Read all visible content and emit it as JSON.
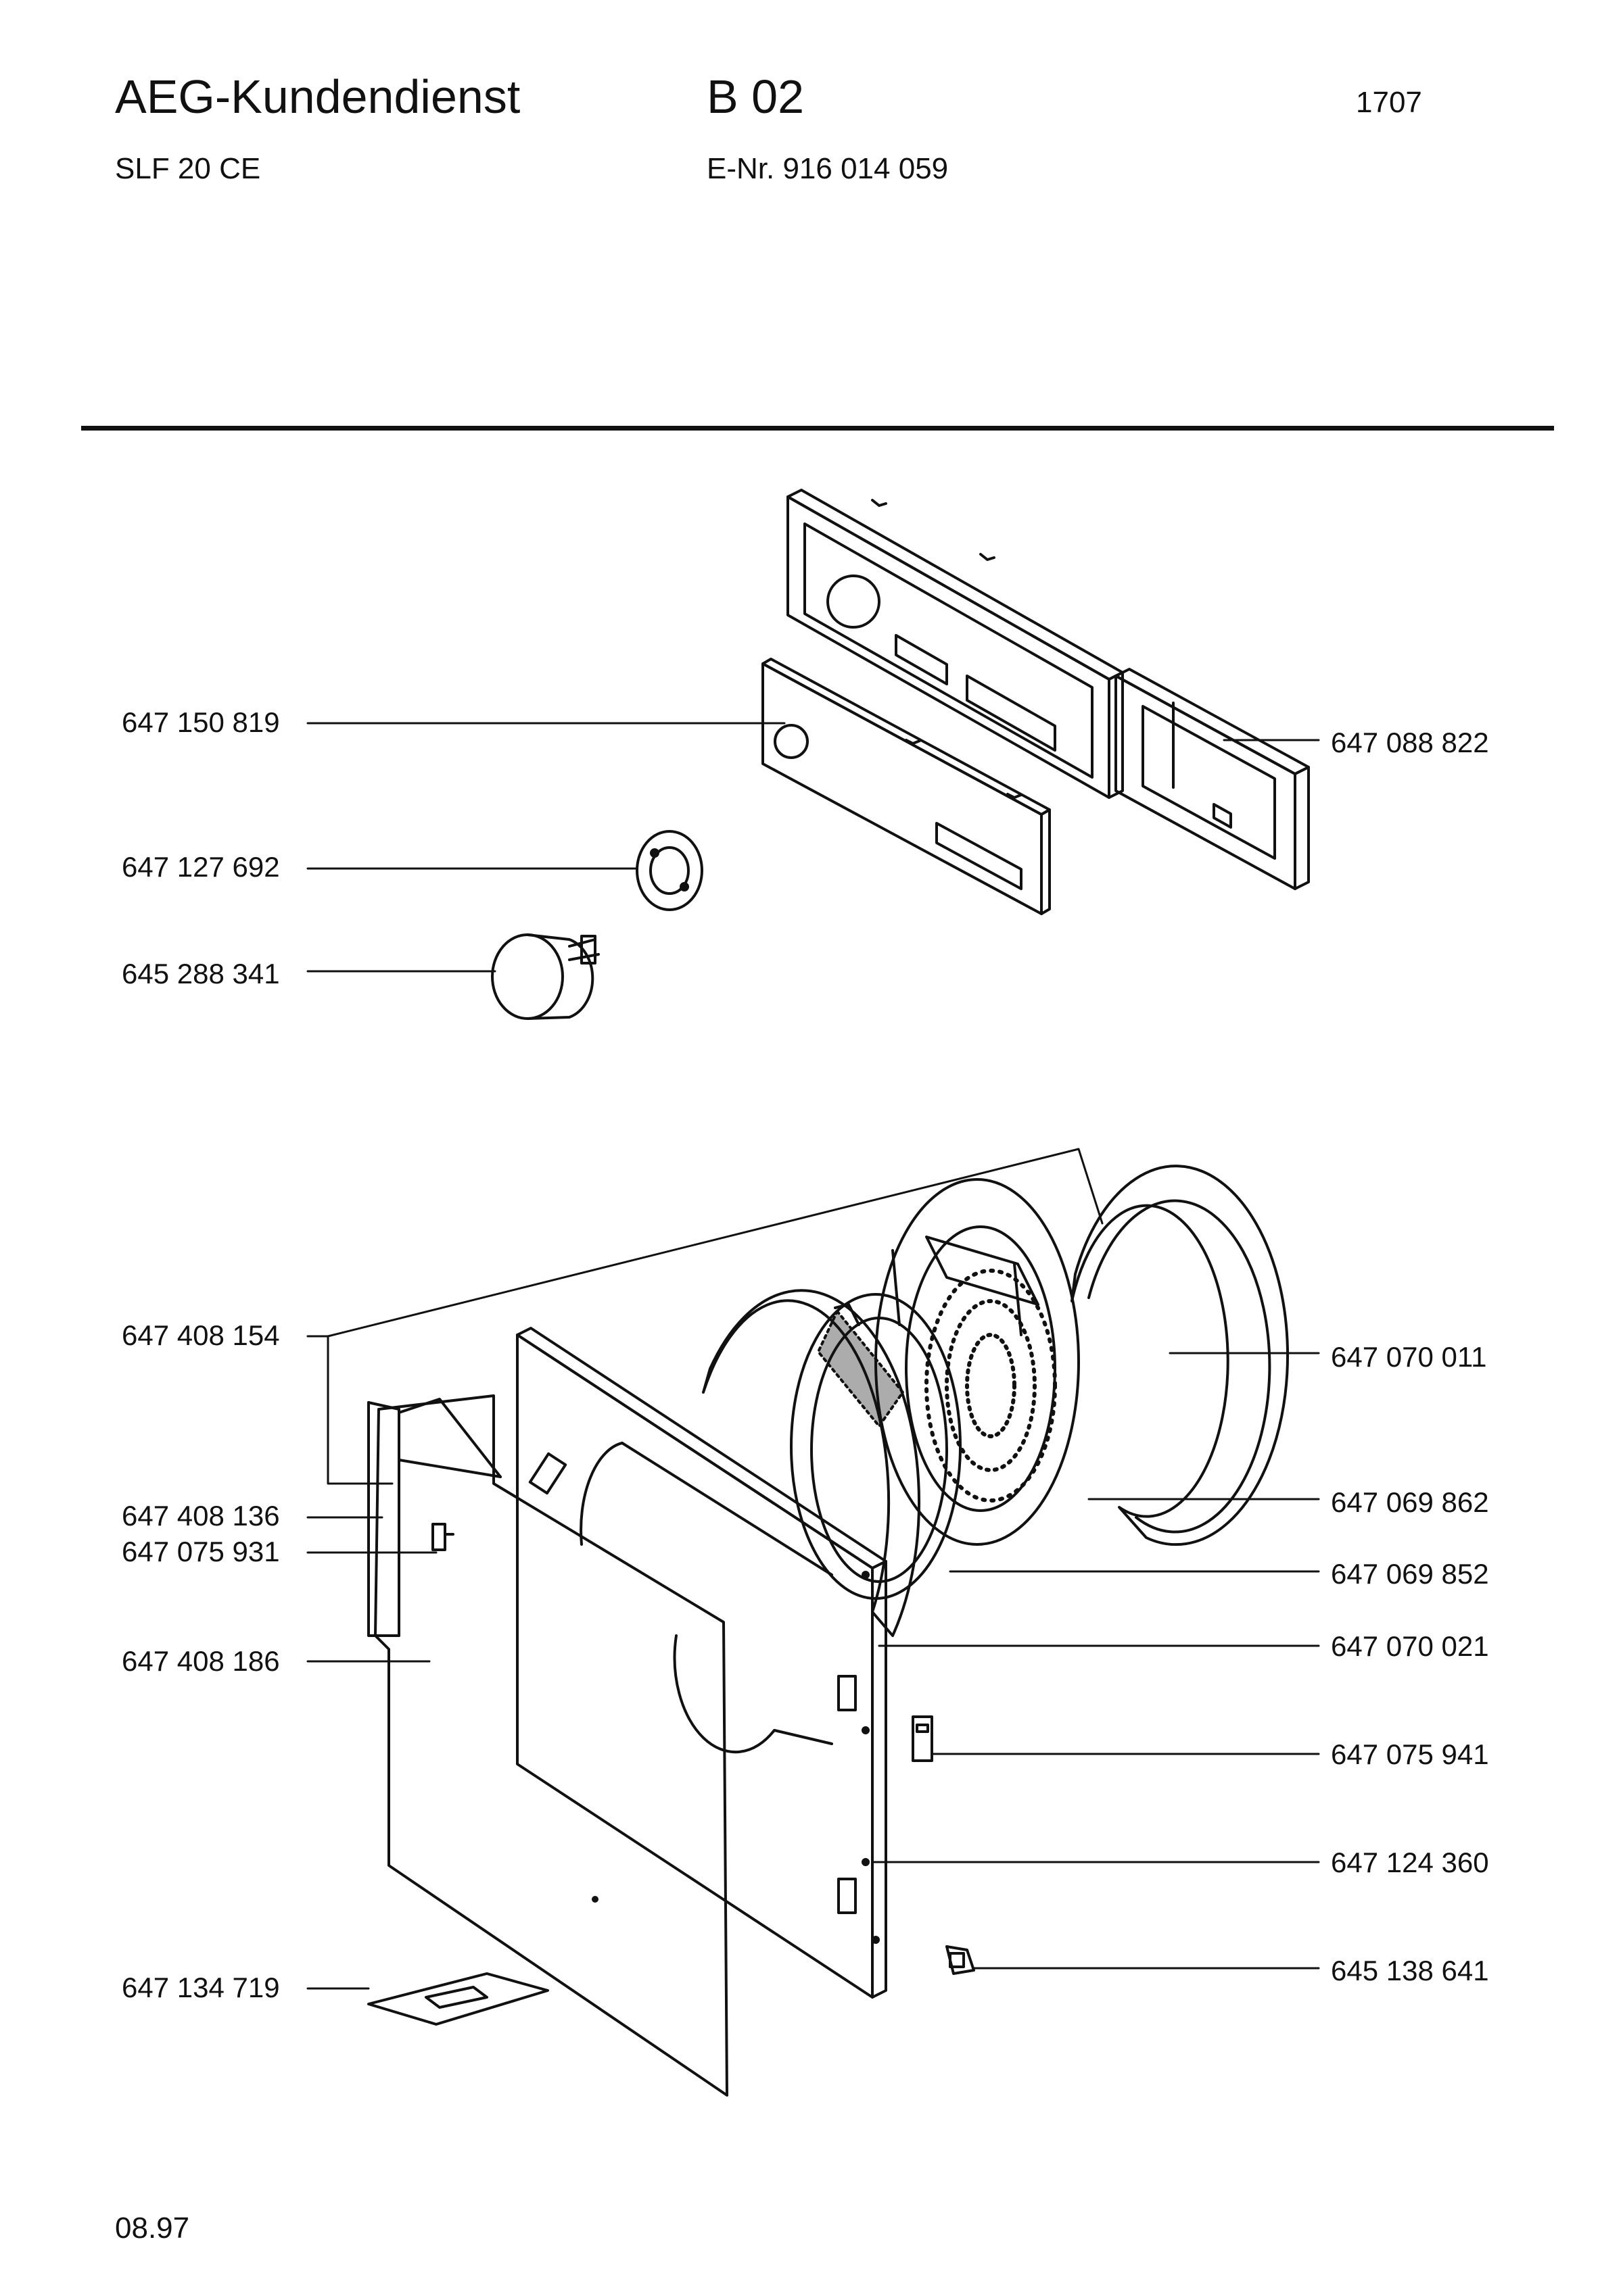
{
  "header": {
    "title": "AEG-Kundendienst",
    "section_code": "B 02",
    "sheet_number": "1707",
    "model": "SLF 20 CE",
    "e_number": "E-Nr. 916 014 059"
  },
  "callouts_left": [
    {
      "label": "647 150 819"
    },
    {
      "label": "647 127 692"
    },
    {
      "label": "645 288 341"
    },
    {
      "label": "647 408 154"
    },
    {
      "label": "647 408 136"
    },
    {
      "label": "647 075 931"
    },
    {
      "label": "647 408 186"
    },
    {
      "label": "647 134 719"
    }
  ],
  "callouts_right": [
    {
      "label": "647 088 822"
    },
    {
      "label": "647 070 011"
    },
    {
      "label": "647 069 862"
    },
    {
      "label": "647 069 852"
    },
    {
      "label": "647 070 021"
    },
    {
      "label": "647 075 941"
    },
    {
      "label": "647 124 360"
    },
    {
      "label": "645 138 641"
    }
  ],
  "footer": {
    "date": "08.97"
  }
}
